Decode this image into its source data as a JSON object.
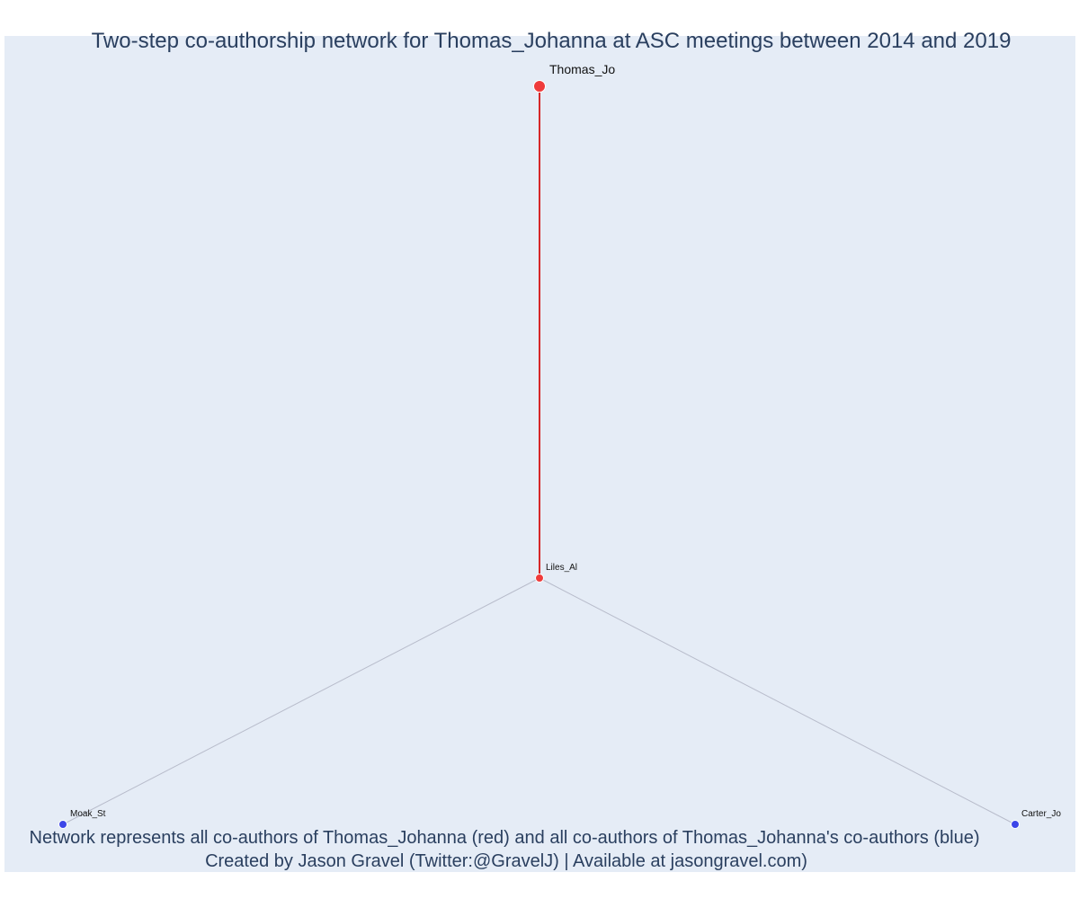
{
  "title": "Two-step co-authorship network for Thomas_Johanna at ASC meetings between 2014 and 2019",
  "footer": {
    "line1": "Network represents all co-authors of Thomas_Johanna (red) and all co-authors of Thomas_Johanna's co-authors (blue)",
    "line2": "Created by Jason Gravel (Twitter:@GravelJ) | Available at jasongravel.com)"
  },
  "colors": {
    "plot_background": "#e5ecf6",
    "title_text": "#2a3f5f",
    "focal_node": "#ef3b3b",
    "coauthor_node": "#ef3b3b",
    "second_step_node": "#3d46e8",
    "focal_edge": "#d62728",
    "other_edge": "#b8bccb",
    "node_label": "#111111"
  },
  "network": {
    "nodes": [
      {
        "id": "Thomas_Jo",
        "label": "Thomas_Jo",
        "group": "focal"
      },
      {
        "id": "Liles_Al",
        "label": "Liles_Al",
        "group": "coauthor"
      },
      {
        "id": "Moak_St",
        "label": "Moak_St",
        "group": "second_step"
      },
      {
        "id": "Carter_Jo",
        "label": "Carter_Jo",
        "group": "second_step"
      }
    ],
    "edges": [
      {
        "source": "Thomas_Jo",
        "target": "Liles_Al",
        "type": "focal"
      },
      {
        "source": "Liles_Al",
        "target": "Moak_St",
        "type": "other"
      },
      {
        "source": "Liles_Al",
        "target": "Carter_Jo",
        "type": "other"
      }
    ]
  }
}
